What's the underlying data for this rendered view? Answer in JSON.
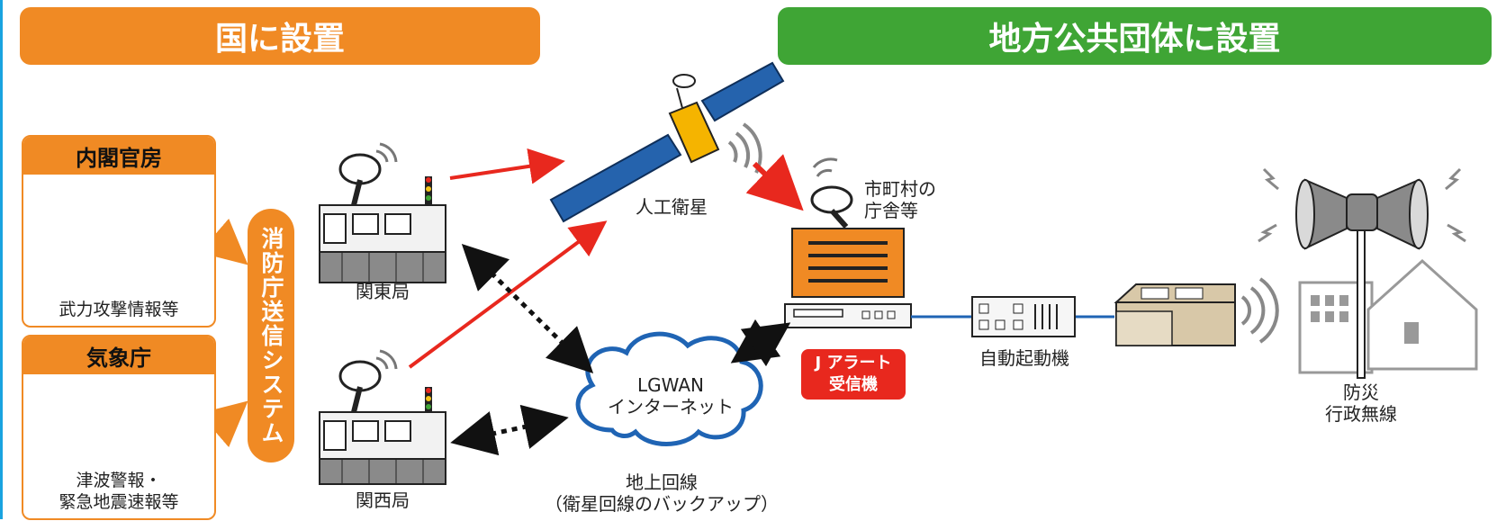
{
  "banners": {
    "national": "国に設置",
    "local": "地方公共団体に設置"
  },
  "sources": [
    {
      "title": "内閣官房",
      "caption": "武力攻撃情報等"
    },
    {
      "title": "気象庁",
      "caption_lines": [
        "津波警報・",
        "緊急地震速報等"
      ]
    }
  ],
  "fdma_system": "消防庁送信システム",
  "stations": {
    "kanto": "関東局",
    "kansai": "関西局"
  },
  "satellite": "人工衛星",
  "municipal": [
    "市町村の",
    "庁舎等"
  ],
  "lgwan": [
    "LGWAN",
    "インターネット"
  ],
  "terrestrial": [
    "地上回線",
    "（衛星回線のバックアップ）"
  ],
  "receiver": [
    "J アラート",
    "受信機"
  ],
  "auto_starter": "自動起動機",
  "disaster_radio": [
    "防災",
    "行政無線"
  ],
  "colors": {
    "orange": "#f08a24",
    "green": "#3fa535",
    "red": "#e8281e",
    "blue_line": "#1f64b4",
    "frame": "#19a3e0"
  }
}
